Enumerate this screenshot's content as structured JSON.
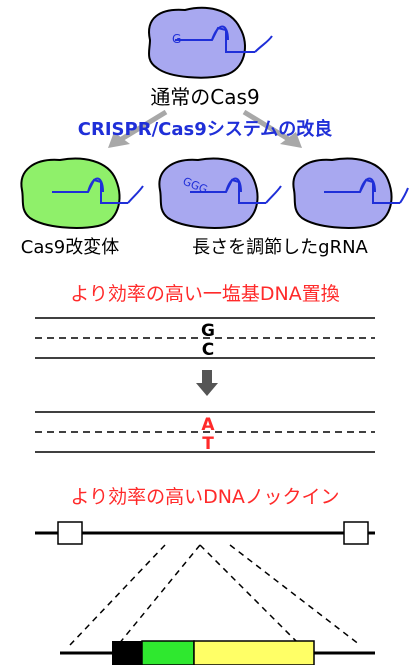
{
  "top": {
    "label": "通常のCas9"
  },
  "improvement_title": {
    "text": "CRISPR/Cas9システムの改良",
    "color": "#1f2fd8"
  },
  "variants": [
    {
      "label": "Cas9改変体",
      "fill": "#8ff06a"
    },
    {
      "label": "長さを調節したgRNA",
      "fill": "#a8a8f0",
      "guide_text": "GGG"
    },
    {
      "label": "",
      "fill": "#a8a8f0"
    }
  ],
  "gRNA_glyph": {
    "letter": "G"
  },
  "colors": {
    "protein_blue": "#a8a8f0",
    "guide_line": "#1f2fd8",
    "red_title": "#ff2a2a",
    "arrow_gray": "#a8a8a8",
    "black": "#000000",
    "green": "#2fe82f",
    "yellow": "#ffff66"
  },
  "base_edit": {
    "title": "より効率の高い一塩基DNA置換",
    "before": [
      "G",
      "C"
    ],
    "after": [
      "A",
      "T"
    ]
  },
  "knock_in": {
    "title": "より効率の高いDNAノックイン"
  }
}
